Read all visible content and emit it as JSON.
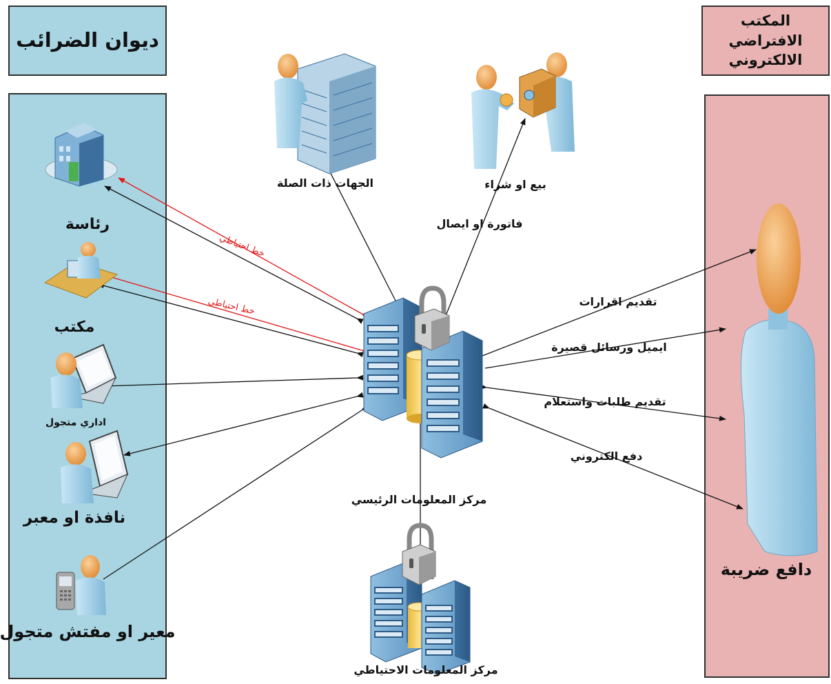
{
  "colors": {
    "left_panel": "#a9d5e3",
    "right_panel": "#e9b3b3",
    "black_line": "#111111",
    "red_line": "#e01818",
    "server_blue": "#6ea5d0",
    "server_dark": "#3d6f9e",
    "person_skin": "#f0a65a",
    "person_body": "#9fd0e8"
  },
  "left_panel": {
    "title": "ديوان الضرائب"
  },
  "right_panel": {
    "title": "المكتب الافتراضي الالكتروني"
  },
  "left_items": {
    "presidency": "رئاسة",
    "office": "مكتب",
    "mobile_admin": "اداري متجول",
    "window": "نافذة او معبر",
    "crossing_inspector": "معير او مفتش متجول"
  },
  "red_links": {
    "backup_line_1": "خط احتياطي",
    "backup_line_2": "خط احتياطي"
  },
  "top_items": {
    "related_parties": "الجهات ذات الصلة",
    "buy_sell": "بيع او شراء",
    "invoice": "فاتورة او ايصال"
  },
  "center": {
    "main_center": "مركز المعلومات الرئيسي",
    "backup_center": "مركز المعلومات الاحتياطي"
  },
  "right_links": {
    "declarations": "تقديم اقرارات",
    "email_sms": "ايميل ورسائل قصيرة",
    "requests": "تقديم طلبات واستعلام",
    "epayment": "دفع الكتروني"
  },
  "taxpayer": "دافع ضريبة",
  "icons": [
    "building-icon",
    "desk-worker-icon",
    "laptop-user-icon",
    "window-user-icon",
    "mobile-inspector-icon",
    "server-rack-user-icon",
    "buyer-seller-icon",
    "main-server-icon",
    "backup-server-icon",
    "padlock-icon",
    "taxpayer-icon"
  ]
}
